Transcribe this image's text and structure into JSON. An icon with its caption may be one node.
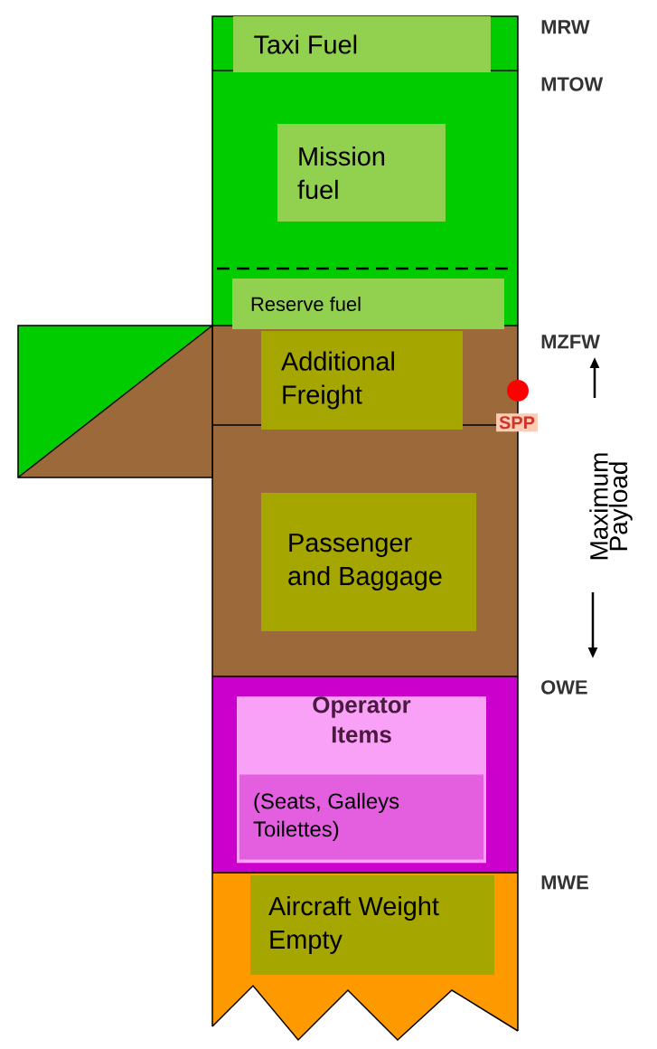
{
  "diagram": {
    "nodes": [
      {
        "text": [
          "Taxi Fuel"
        ]
      },
      {
        "text": [
          "Mission fuel"
        ]
      },
      {
        "text": [
          "Reserve fuel"
        ]
      },
      {
        "text": [
          "Additional Freight"
        ]
      },
      {
        "text": [
          "Passenger and Baggage"
        ]
      },
      {
        "text": [
          "Operator Items"
        ]
      },
      {
        "text": [
          "(Seats, Galleys Toilettes)"
        ],
        "in": 5
      },
      {
        "text": [
          "Aircraft Weight Empty"
        ]
      }
    ],
    "labels": [
      "MRW",
      "MTOW",
      "MZFW",
      "SPP",
      "Maximum Payload",
      "OWE",
      "MWE"
    ]
  }
}
